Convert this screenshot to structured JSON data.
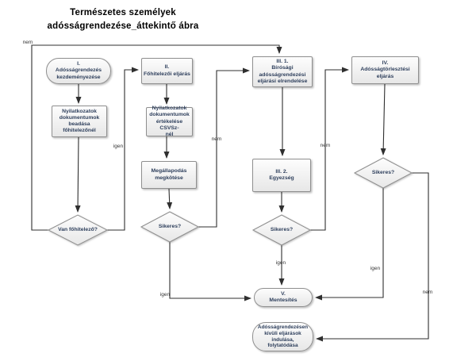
{
  "title": "Természetes személyek\nadósságrendezése_áttekintő ábra",
  "labels": {
    "yes": "igen",
    "no": "nem"
  },
  "colors": {
    "background": "#ffffff",
    "node_fill_top": "#fdfdfd",
    "node_fill_bottom": "#e7e7e7",
    "node_border": "#8f8f8f",
    "connector": "#2f2f2f",
    "node_text": "#2e3f5c",
    "edge_label_text": "#333333",
    "title_text": "#000000"
  },
  "nodes": {
    "start": {
      "label": "I.\nAdósságrendezés\nkezdeményezése"
    },
    "submit_docs": {
      "label": "Nyilatkozatok\ndokumentumok\nbeadása\nfőhitelezőnél"
    },
    "has_main_creditor": {
      "label": "Van főhitelező?"
    },
    "main_creditor_procedure": {
      "label": "II.\nFőhitelezői eljárás"
    },
    "evaluate_docs": {
      "label": "Nyilatkozatok\ndokumentumok\nértékelése CSVSz-\nnél"
    },
    "agreement": {
      "label": "Megállapodás\nmegkötése"
    },
    "agreement_successful": {
      "label": "Sikeres?"
    },
    "court_ordered": {
      "label": "III. 1.\nBírósági\nadósságrendezési\neljárási elrendelése"
    },
    "composition": {
      "label": "III. 2.\nEgyezség"
    },
    "composition_successful": {
      "label": "Sikeres?"
    },
    "debt_repayment": {
      "label": "IV.\nAdósságtörlesztési\neljárás"
    },
    "repayment_successful": {
      "label": "Sikeres?"
    },
    "discharge": {
      "label": "V.\nMentesítés"
    },
    "outside_procedures": {
      "label": "Adósságrendezésen\nkívüli eljárások\nindulása,\nfolytatódása"
    }
  }
}
